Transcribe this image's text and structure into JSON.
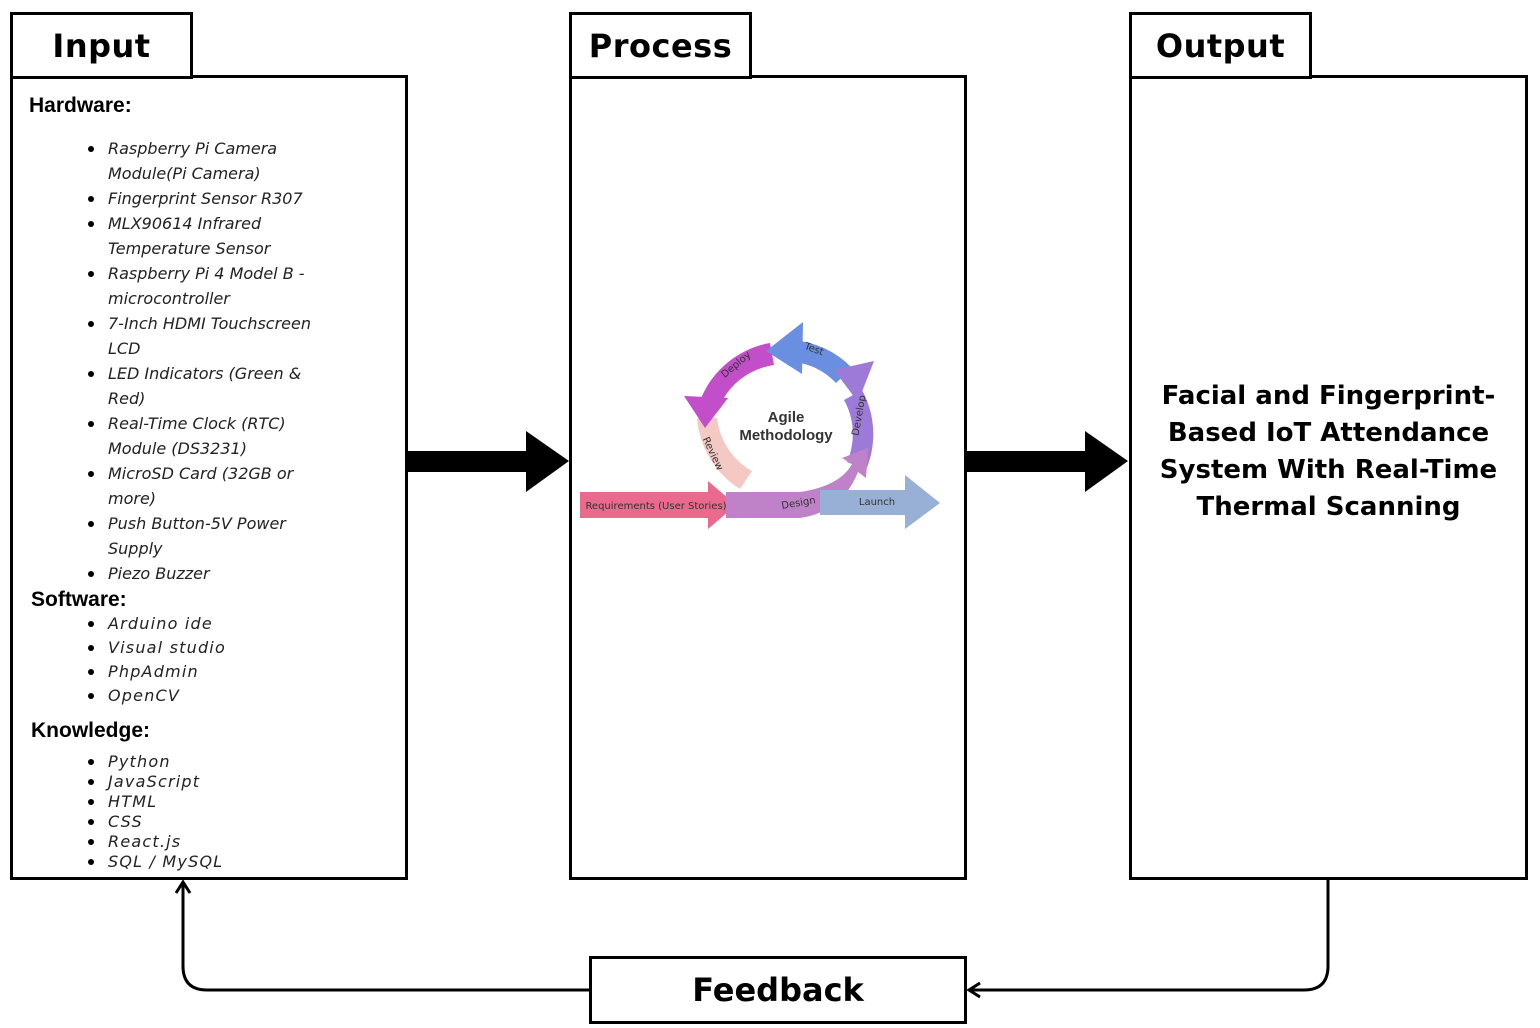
{
  "input": {
    "title": "Input",
    "hardware_heading": "Hardware:",
    "hardware": [
      "Raspberry Pi Camera Module(Pi Camera)",
      "Fingerprint Sensor R307",
      "MLX90614 Infrared Temperature Sensor",
      "Raspberry Pi 4 Model B - microcontroller",
      "7-Inch HDMI Touchscreen LCD",
      "LED Indicators (Green & Red)",
      "Real-Time Clock (RTC) Module (DS3231)",
      "MicroSD Card (32GB or more)",
      "Push Button-5V Power Supply",
      "Piezo Buzzer"
    ],
    "software_heading": "Software:",
    "software": [
      "Arduino ide",
      "Visual studio",
      "PhpAdmin",
      "OpenCV"
    ],
    "knowledge_heading": "Knowledge:",
    "knowledge": [
      "Python",
      "JavaScript",
      "HTML",
      "CSS",
      "React.js",
      "SQL / MySQL"
    ]
  },
  "process": {
    "title": "Process",
    "agile": {
      "center_line1": "Agile",
      "center_line2": "Methodology",
      "deploy": "Deploy",
      "test": "Test",
      "develop": "Develop",
      "review": "Review",
      "requirements": "Requirements (User Stories)",
      "design": "Design",
      "launch": "Launch"
    }
  },
  "output": {
    "title": "Output",
    "result": "Facial and Fingerprint-Based IoT Attendance System With Real-Time Thermal Scanning"
  },
  "feedback": {
    "label": "Feedback"
  },
  "colors": {
    "deploy": "#c24fc9",
    "test": "#6a8fe0",
    "develop": "#9e7ad8",
    "review": "#f5c9c3",
    "requirements": "#e96a8c",
    "design": "#bf82c9",
    "launch": "#98b0d6"
  }
}
